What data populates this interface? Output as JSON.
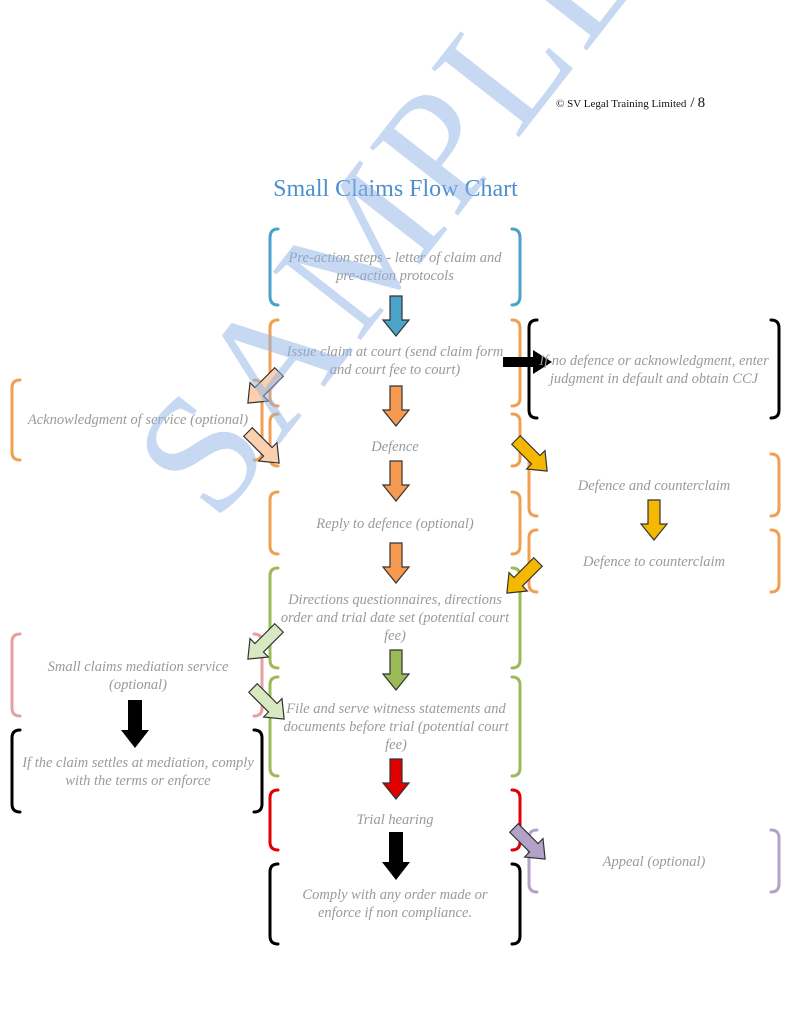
{
  "header": {
    "copyright": "© SV Legal Training Limited",
    "page_number": "8"
  },
  "title": "Small Claims Flow Chart",
  "watermark": "SAMPLE",
  "steps": {
    "pre_action": "Pre-action steps - letter of claim and pre-action protocols",
    "issue_claim": "Issue claim at court (send claim form and court fee to court)",
    "defence": "Defence",
    "reply": "Reply to defence (optional)",
    "directions": "Directions questionnaires, directions order and trial date set (potential court fee)",
    "witness": "File and serve witness statements and documents before trial (potential court fee)",
    "trial": "Trial hearing",
    "comply": "Comply with any order made or enforce if non compliance."
  },
  "side": {
    "no_defence": "If no defence or acknowledgment, enter judgment in default and obtain CCJ",
    "acknowledgment": "Acknowledgment of service (optional)",
    "counterclaim": "Defence and counterclaim",
    "defence_counterclaim": "Defence to counterclaim",
    "mediation": "Small claims mediation service (optional)",
    "settles": "If the claim settles at mediation, comply with the terms or enforce",
    "appeal": "Appeal (optional)"
  },
  "colors": {
    "blue": "#4ba3c7",
    "orange": "#f0a050",
    "yellow": "#f5b800",
    "green": "#9bbb59",
    "red": "#e00000",
    "pink": "#e6a0a0",
    "purple": "#b3a2c7",
    "black": "#000000",
    "title": "#4f8fd0"
  }
}
